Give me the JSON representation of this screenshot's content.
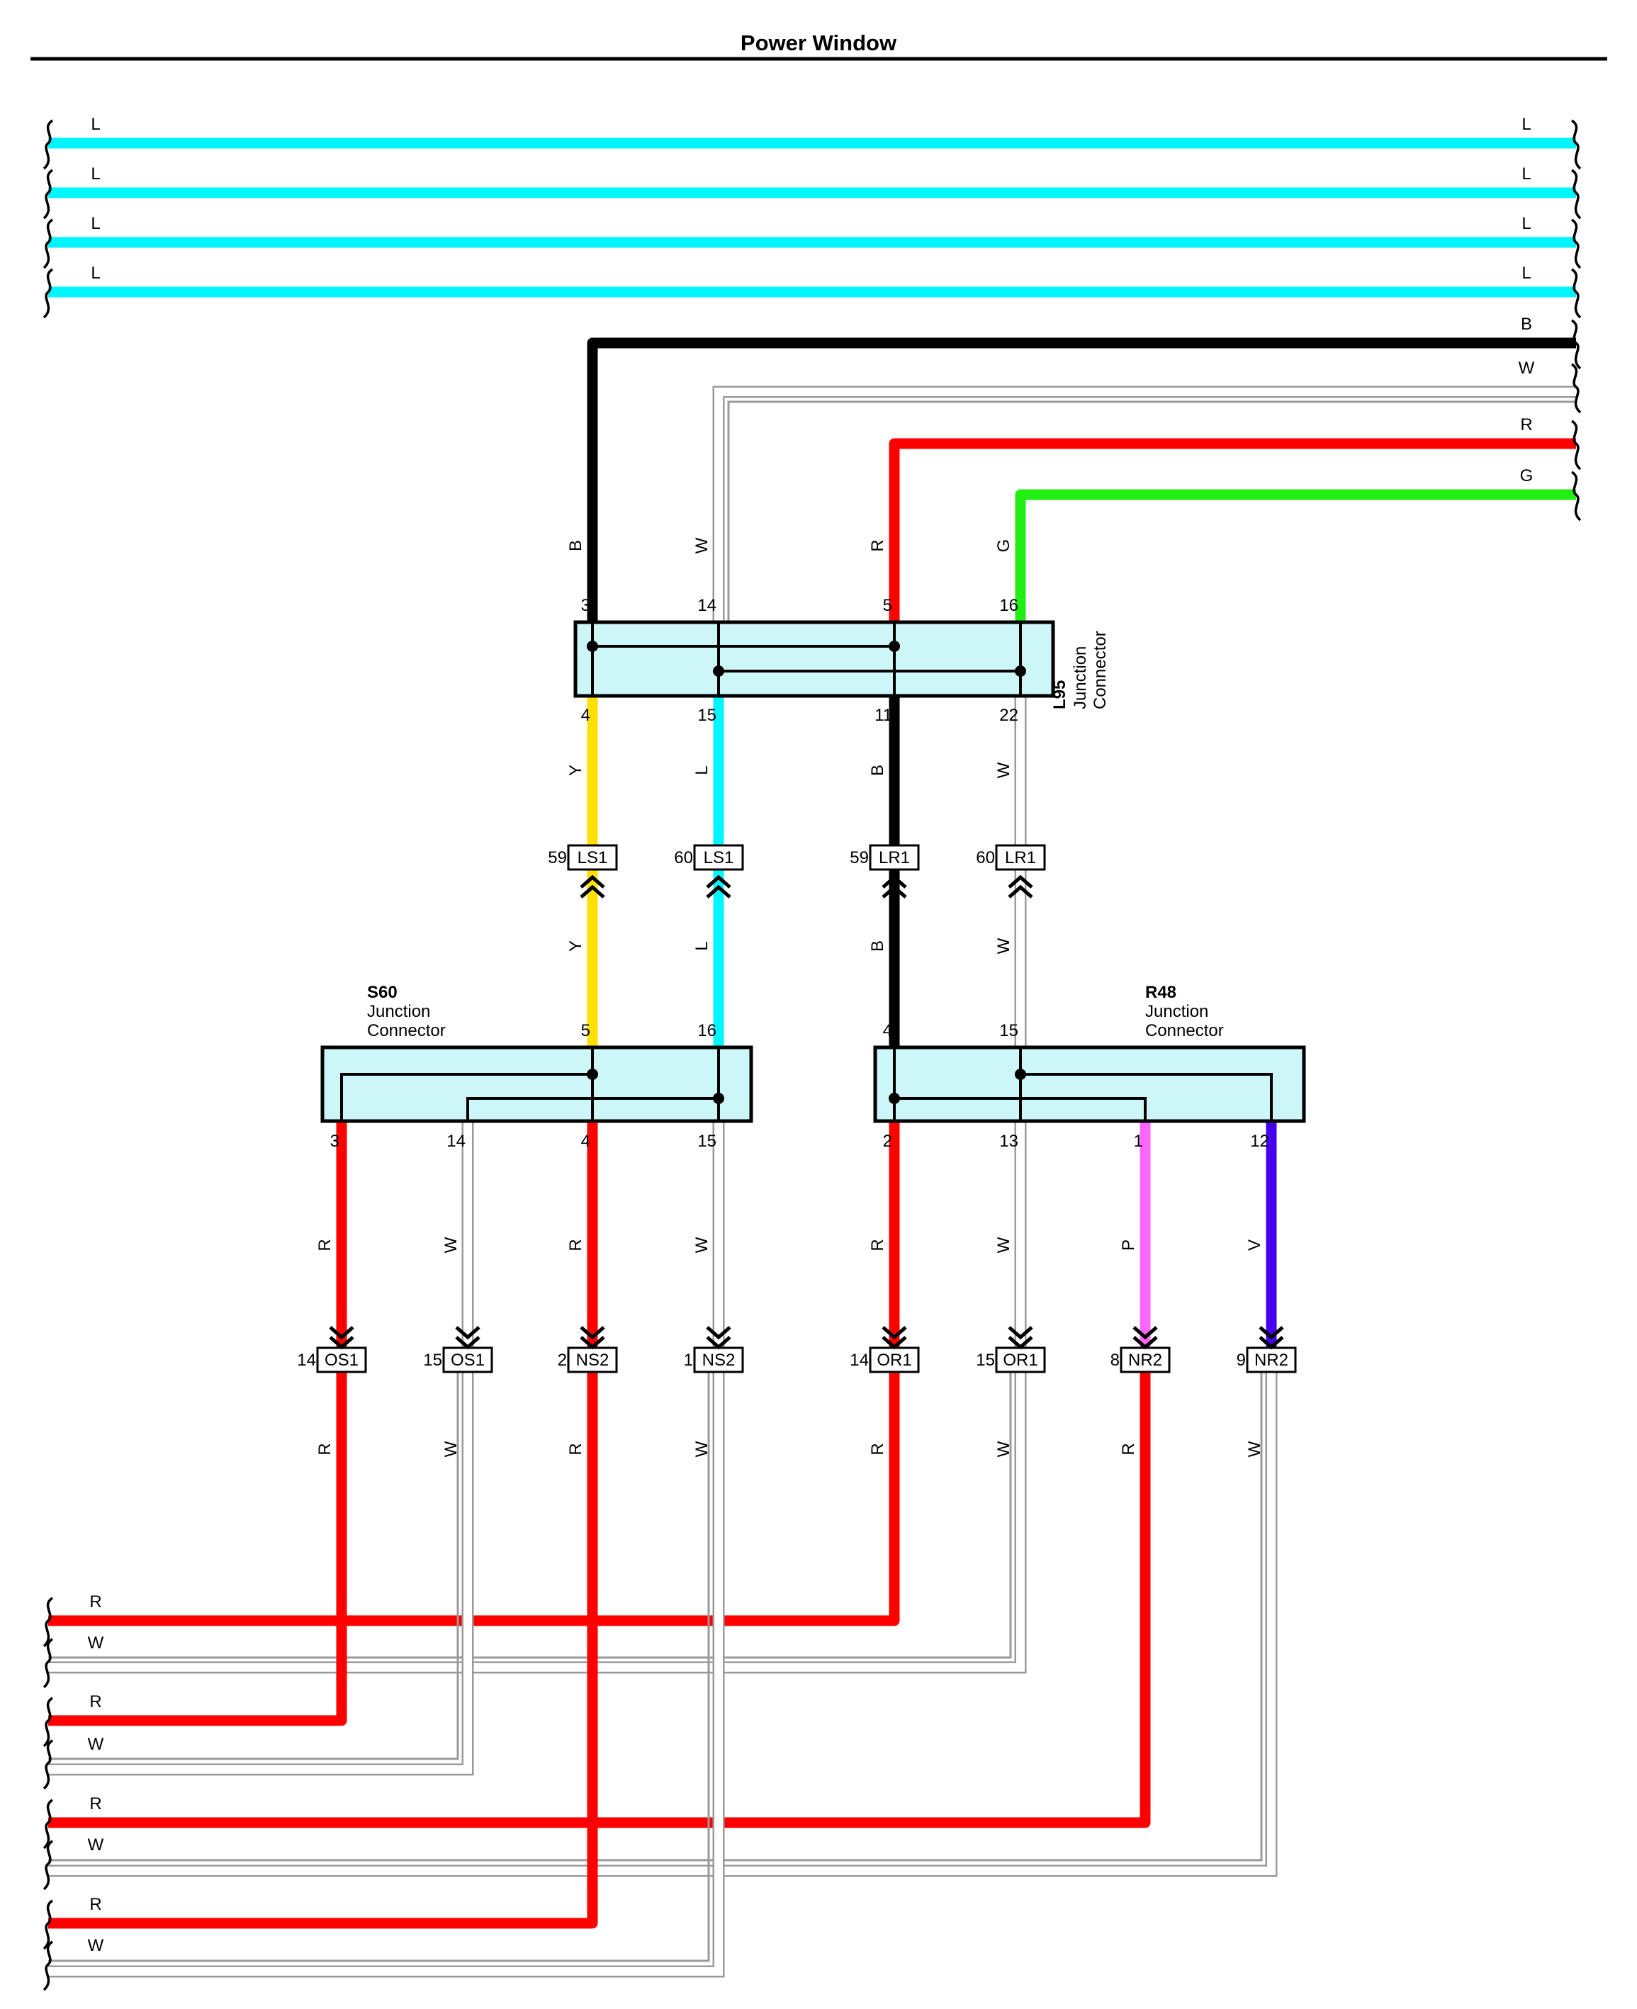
{
  "title": "Power Window",
  "colors": {
    "L": "#00f6ff",
    "B": "#000000",
    "W": "#ffffff",
    "R": "#ff0000",
    "G": "#22ee11",
    "Y": "#ffe000",
    "P": "#ff66ff",
    "V": "#4400ee"
  },
  "top_wires": [
    "L",
    "L",
    "L",
    "L",
    "B",
    "W",
    "R",
    "G"
  ],
  "bottom_wires": [
    "R",
    "W",
    "R",
    "W",
    "R",
    "W",
    "R",
    "W"
  ],
  "connectors": {
    "L95": {
      "code": "L95",
      "line1": "Junction",
      "line2": "Connector",
      "top_pins": [
        "3",
        "14",
        "5",
        "16"
      ],
      "top_wires": [
        "B",
        "W",
        "R",
        "G"
      ],
      "bottom_pins": [
        "4",
        "15",
        "11",
        "22"
      ],
      "bottom_wires": [
        "Y",
        "L",
        "B",
        "W"
      ]
    },
    "S60": {
      "code": "S60",
      "line1": "Junction",
      "line2": "Connector",
      "top_pins": [
        "5",
        "16"
      ],
      "top_wires": [
        "Y",
        "L"
      ],
      "bottom_pins": [
        "3",
        "14",
        "4",
        "15"
      ],
      "bottom_wires": [
        "R",
        "W",
        "R",
        "W"
      ]
    },
    "R48": {
      "code": "R48",
      "line1": "Junction",
      "line2": "Connector",
      "top_pins": [
        "4",
        "15"
      ],
      "top_wires": [
        "B",
        "W"
      ],
      "bottom_pins": [
        "2",
        "13",
        "1",
        "12"
      ],
      "bottom_wires": [
        "R",
        "W",
        "P",
        "V"
      ]
    }
  },
  "inline_mid": [
    {
      "pin": "59",
      "code": "LS1"
    },
    {
      "pin": "60",
      "code": "LS1"
    },
    {
      "pin": "59",
      "code": "LR1"
    },
    {
      "pin": "60",
      "code": "LR1"
    }
  ],
  "inline_mid_wires": [
    "Y",
    "L",
    "B",
    "W"
  ],
  "inline_bottom": [
    {
      "pin": "14",
      "code": "OS1"
    },
    {
      "pin": "15",
      "code": "OS1"
    },
    {
      "pin": "2",
      "code": "NS2"
    },
    {
      "pin": "1",
      "code": "NS2"
    },
    {
      "pin": "14",
      "code": "OR1"
    },
    {
      "pin": "15",
      "code": "OR1"
    },
    {
      "pin": "8",
      "code": "NR2"
    },
    {
      "pin": "9",
      "code": "NR2"
    }
  ],
  "lower_wires": [
    "R",
    "W",
    "R",
    "W",
    "R",
    "W",
    "R",
    "W"
  ]
}
